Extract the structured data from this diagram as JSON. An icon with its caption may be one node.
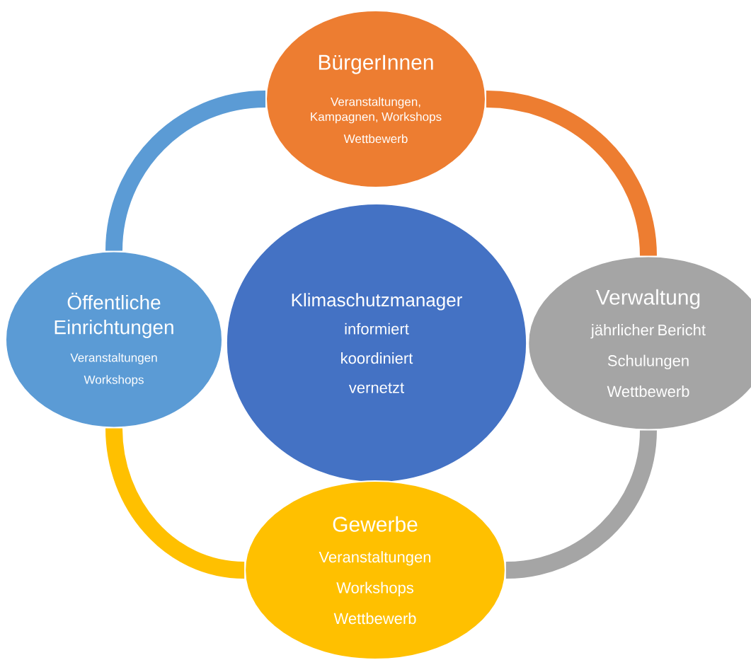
{
  "diagram": {
    "nodes": [
      {
        "text": [
          "Klimaschutzmanager",
          "informiert",
          "koordiniert",
          "vernetzt"
        ]
      },
      {
        "text": [
          "BürgerInnen",
          "Veranstaltungen, Kampagnen, Workshops",
          "Wettbewerb"
        ]
      },
      {
        "text": [
          "Verwaltung",
          "jährlicher Bericht",
          "Schulungen",
          "Wettbewerb"
        ]
      },
      {
        "text": [
          "Gewerbe",
          "Veranstaltungen",
          "Workshops",
          "Wettbewerb"
        ]
      },
      {
        "text": [
          "Öffentliche Einrichtungen",
          "Veranstaltungen",
          "Workshops"
        ]
      }
    ],
    "edges": [
      {
        "from": 1,
        "to": 2,
        "arrow": "none",
        "color": "#ed7d31"
      },
      {
        "from": 2,
        "to": 3,
        "arrow": "none",
        "color": "#a5a5a5"
      },
      {
        "from": 3,
        "to": 4,
        "arrow": "none",
        "color": "#ffc000"
      },
      {
        "from": 4,
        "to": 1,
        "arrow": "none",
        "color": "#5b9bd5"
      }
    ]
  }
}
